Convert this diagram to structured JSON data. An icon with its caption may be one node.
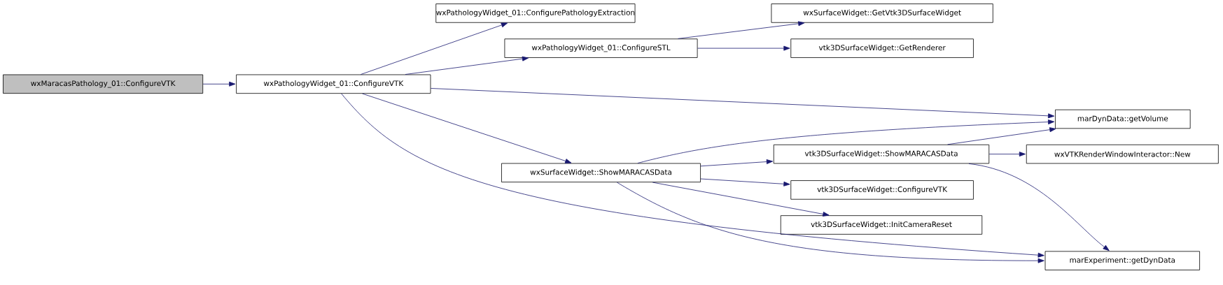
{
  "diagram": {
    "nodes": [
      {
        "text": [
          "wxMaracasPathology_01::ConfigureVTK"
        ]
      },
      {
        "text": [
          "wxPathologyWidget_01::ConfigureVTK"
        ]
      },
      {
        "text": [
          "wxPathologyWidget_01::ConfigurePathologyExtraction"
        ]
      },
      {
        "text": [
          "wxPathologyWidget_01::ConfigureSTL"
        ]
      },
      {
        "text": [
          "wxSurfaceWidget::GetVtk3DSurfaceWidget"
        ]
      },
      {
        "text": [
          "vtk3DSurfaceWidget::GetRenderer"
        ]
      },
      {
        "text": [
          "marDynData::getVolume"
        ]
      },
      {
        "text": [
          "wxSurfaceWidget::ShowMARACASData"
        ]
      },
      {
        "text": [
          "vtk3DSurfaceWidget::ShowMARACASData"
        ]
      },
      {
        "text": [
          "wxVTKRenderWindowInteractor::New"
        ]
      },
      {
        "text": [
          "vtk3DSurfaceWidget::ConfigureVTK"
        ]
      },
      {
        "text": [
          "vtk3DSurfaceWidget::InitCameraReset"
        ]
      },
      {
        "text": [
          "marExperiment::getDynData"
        ]
      }
    ],
    "edges": [
      {
        "from": 0,
        "to": 1,
        "arrow": "to"
      },
      {
        "from": 1,
        "to": 2,
        "arrow": "to"
      },
      {
        "from": 1,
        "to": 3,
        "arrow": "to"
      },
      {
        "from": 3,
        "to": 4,
        "arrow": "to"
      },
      {
        "from": 3,
        "to": 5,
        "arrow": "to"
      },
      {
        "from": 1,
        "to": 6,
        "arrow": "to"
      },
      {
        "from": 1,
        "to": 7,
        "arrow": "to"
      },
      {
        "from": 1,
        "to": 12,
        "arrow": "to"
      },
      {
        "from": 7,
        "to": 6,
        "arrow": "to"
      },
      {
        "from": 7,
        "to": 8,
        "arrow": "to"
      },
      {
        "from": 7,
        "to": 10,
        "arrow": "to"
      },
      {
        "from": 7,
        "to": 11,
        "arrow": "to"
      },
      {
        "from": 7,
        "to": 12,
        "arrow": "to"
      },
      {
        "from": 8,
        "to": 6,
        "arrow": "to"
      },
      {
        "from": 8,
        "to": 9,
        "arrow": "to"
      },
      {
        "from": 8,
        "to": 12,
        "arrow": "to"
      }
    ]
  }
}
